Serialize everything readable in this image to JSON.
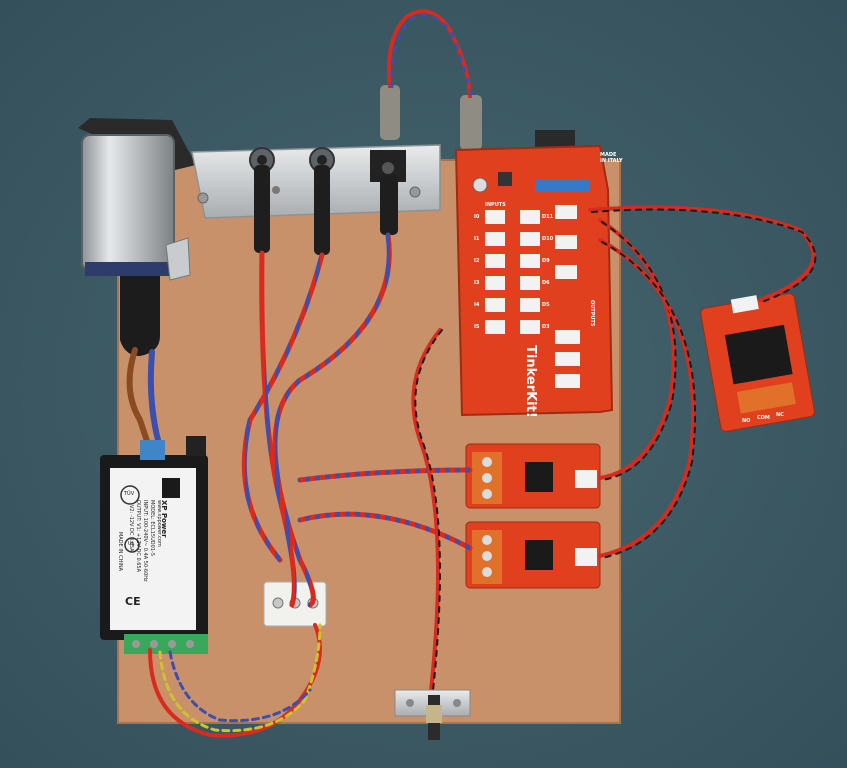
{
  "photo": {
    "psu": {
      "brand": "XP Power",
      "website": "www.xppower.com",
      "model_line": "MODEL: ECL15UD01-S",
      "input_line": "INPUT: 100-240V~ 0.4A 50-60Hz",
      "output_line1": "OUTPUT: V1: +12V DC 0.65A",
      "output_line2": "V2: -12V DC 0.65A",
      "origin": "MADE IN CHINA",
      "marks": [
        "CE",
        "TÜV",
        "UL"
      ]
    },
    "controller": {
      "name": "TinkerKit!",
      "inputs_label": "INPUTS",
      "outputs_label": "OUTPUTS",
      "pin_labels": [
        "I0",
        "I1",
        "I2",
        "I3",
        "I4",
        "I5",
        "D11",
        "D10",
        "D9",
        "D6",
        "D5",
        "D3"
      ],
      "made_in": "MADE IN ITALY"
    },
    "relay_module": {
      "terminal_labels": [
        "NO",
        "COM",
        "NC"
      ]
    },
    "palette": {
      "backdrop": "#3c5a66",
      "board": "#c8916a",
      "tinkerkit_red": "#e0401d",
      "wire_red": "#d92a1f",
      "wire_blue": "#3a4fb0",
      "wire_black": "#1a1a1a",
      "aluminium": "#c9ccce",
      "terminal_orange": "#e0702a",
      "terminal_green": "#3aa85a"
    },
    "icons": [
      "power-inlet-icon",
      "jack-socket-icon",
      "relay-icon",
      "terminal-block-icon",
      "led-icon"
    ]
  }
}
